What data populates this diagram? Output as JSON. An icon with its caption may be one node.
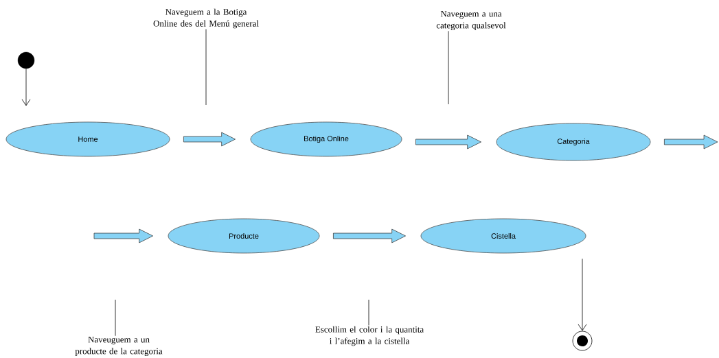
{
  "diagram": {
    "nodes": [
      {
        "text": [],
        "shape": "circle"
      },
      {
        "text": [
          "Home"
        ]
      },
      {
        "text": [
          "Botiga Online"
        ]
      },
      {
        "text": [
          "Categoria"
        ]
      },
      {
        "text": [
          "Producte"
        ]
      },
      {
        "text": [
          "Cistella"
        ]
      },
      {
        "text": [],
        "shape": "circle"
      },
      {
        "text": [
          "Naveguem a la Botiga Online des del Menú general"
        ]
      },
      {
        "text": [
          "Naveguem a una categoria qualsevol"
        ]
      },
      {
        "text": [
          "Naveuguem a un producte de la categoria"
        ]
      },
      {
        "text": [
          "Escollim el color i la quantita i l’afegim a la cistella"
        ]
      }
    ],
    "edges": [
      {
        "from": 0,
        "to": 1,
        "arrow": "to"
      },
      {
        "from": 1,
        "to": 2,
        "arrow": "to",
        "style": "thick"
      },
      {
        "from": 2,
        "to": 3,
        "arrow": "to",
        "style": "thick"
      },
      {
        "from": 3,
        "to": null,
        "arrow": "to",
        "style": "thick"
      },
      {
        "from": null,
        "to": 4,
        "arrow": "to",
        "style": "thick"
      },
      {
        "from": 4,
        "to": 5,
        "arrow": "to",
        "style": "thick"
      },
      {
        "from": 5,
        "to": 6,
        "arrow": "to"
      },
      {
        "from": 7,
        "to": null,
        "arrow": "none"
      },
      {
        "from": 8,
        "to": null,
        "arrow": "none"
      },
      {
        "from": 9,
        "to": null,
        "arrow": "none"
      },
      {
        "from": 10,
        "to": null,
        "arrow": "none"
      }
    ]
  }
}
